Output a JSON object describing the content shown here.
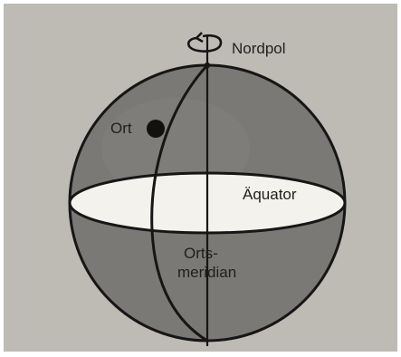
{
  "labels": {
    "north_pole": "Nordpol",
    "location": "Ort",
    "equator": "Äquator",
    "local_meridian_line1": "Orts-",
    "local_meridian_line2": "meridian"
  },
  "colors": {
    "background": "#bdbbb4",
    "globe_fill": "#7b7976",
    "equator_fill": "#f4f2ec",
    "stroke": "#161616"
  }
}
